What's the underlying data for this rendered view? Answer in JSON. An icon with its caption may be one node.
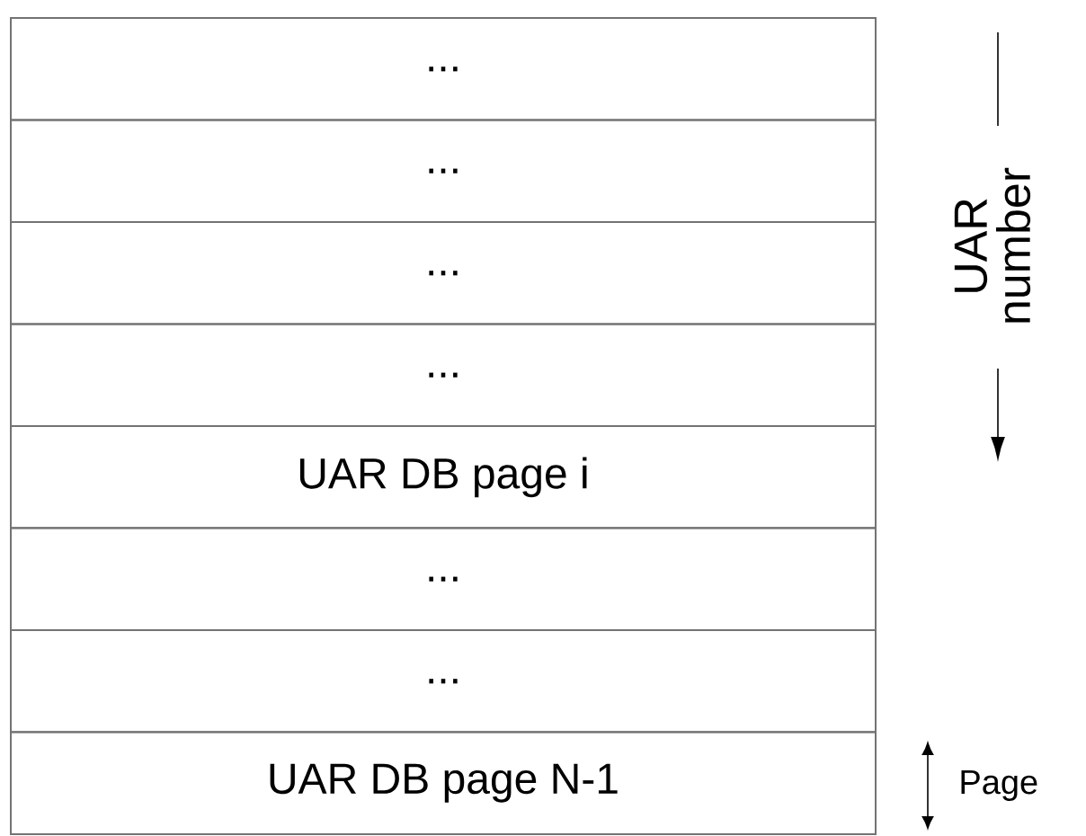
{
  "diagram": {
    "nodes": [
      {
        "text": [
          "..."
        ]
      },
      {
        "text": [
          "..."
        ]
      },
      {
        "text": [
          "..."
        ]
      },
      {
        "text": [
          "..."
        ]
      },
      {
        "text": [
          "UAR DB page i"
        ]
      },
      {
        "text": [
          "..."
        ]
      },
      {
        "text": [
          "..."
        ]
      },
      {
        "text": [
          "UAR DB page N-1"
        ]
      }
    ],
    "edges": [],
    "labels": [
      "UAR number",
      "Page"
    ]
  }
}
